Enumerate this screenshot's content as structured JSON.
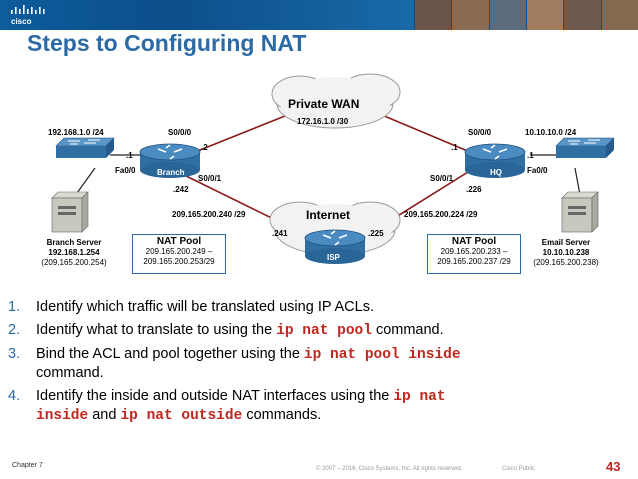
{
  "header": {
    "logo_text": "cisco",
    "title": "Steps to Configuring NAT"
  },
  "diagram": {
    "private_wan": {
      "title": "Private WAN",
      "subnet": "172.16.1.0 /30"
    },
    "internet": {
      "title": "Internet"
    },
    "branch": {
      "router_label": "Branch",
      "lan_subnet": "192.168.1.0 /24",
      "s000_label": "S0/0/0",
      "s000_host": ".2",
      "fa00_label": "Fa0/0",
      "fa00_host": ".1",
      "s001_label": "S0/0/1",
      "s001_host": ".242",
      "wan_subnet": "209.165.200.240 /29",
      "server": {
        "name": "Branch Server",
        "ip": "192.168.1.254",
        "public_ip": "(209.165.200.254)"
      },
      "nat_pool": {
        "title": "NAT Pool",
        "range_line1": "209.165.200.249 –",
        "range_line2": "209.165.200.253/29"
      }
    },
    "hq": {
      "router_label": "HQ",
      "lan_subnet": "10.10.10.0 /24",
      "s000_label": "S0/0/0",
      "s000_host": ".1",
      "fa00_label": "Fa0/0",
      "fa00_host": ".1",
      "s001_label": "S0/0/1",
      "s001_host": ".226",
      "wan_subnet": "209.165.200.224 /29",
      "server": {
        "name": "Email Server",
        "ip": "10.10.10.238",
        "public_ip": "(209.165.200.238)"
      },
      "nat_pool": {
        "title": "NAT Pool",
        "range_line1": "209.165.200.233 –",
        "range_line2": "209.165.200.237 /29"
      }
    },
    "isp": {
      "router_label": "ISP",
      "left_host": ".241",
      "right_host": ".225"
    }
  },
  "steps": [
    {
      "num": "1.",
      "text": "Identify which traffic will be translated using IP ACLs."
    },
    {
      "num": "2.",
      "pre": "Identify what to translate to using the ",
      "cmd": "ip nat pool",
      "post": " command."
    },
    {
      "num": "3.",
      "pre": "Bind the ACL and pool together using the ",
      "cmd": "ip nat pool inside",
      "post": "command."
    },
    {
      "num": "4.",
      "pre": "Identify the inside and outside NAT interfaces using the ",
      "cmd1": "ip nat",
      "cmd1b": "inside",
      "mid": " and ",
      "cmd2": "ip nat outside",
      "post": " commands."
    }
  ],
  "footer": {
    "chapter": "Chapter 7",
    "copyright": "© 2007 – 2016, Cisco Systems, Inc. All rights reserved.",
    "confidential": "Cisco Public",
    "page": "43"
  },
  "colors": {
    "title_blue": "#2c6aa6",
    "banner_blue": "#0b4f8a",
    "command_red": "#c0271f",
    "router_blue": "#2f6fa3"
  }
}
